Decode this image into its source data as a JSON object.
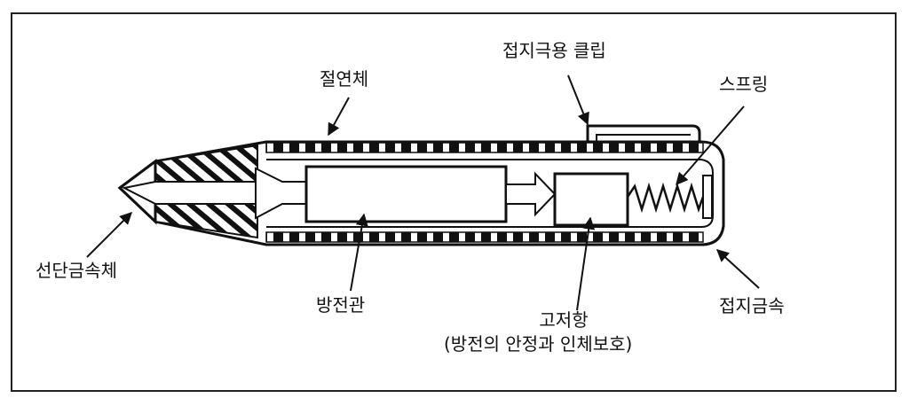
{
  "labels": {
    "insulator": "절연체",
    "ground_clip": "접지극용 클립",
    "spring": "스프링",
    "tip_metal": "선단금속체",
    "discharge_tube": "방전관",
    "resistor": "고저항",
    "resistor_note": "(방전의 안정과 인체보호)",
    "ground_metal": "접지금속"
  },
  "colors": {
    "line": "#111111",
    "background": "#ffffff"
  }
}
